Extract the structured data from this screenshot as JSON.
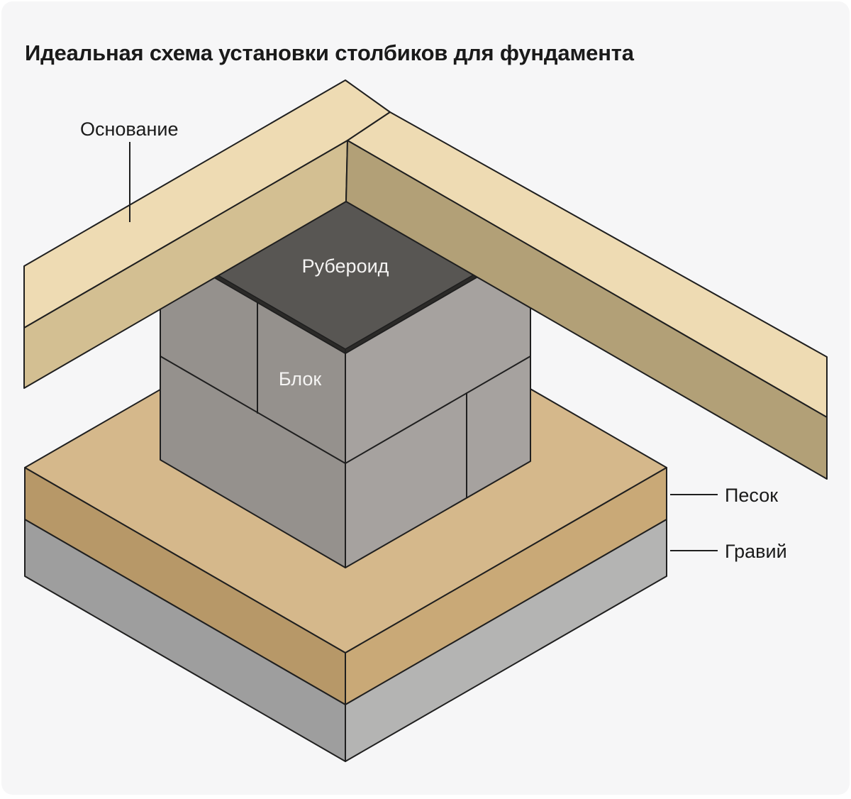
{
  "title": "Идеальная схема установки столбиков для фундамента",
  "labels": {
    "base": "Основание",
    "ruberoid": "Рубероид",
    "block": "Блок",
    "sand": "Песок",
    "gravel": "Гравий"
  },
  "colors": {
    "page_bg": "#ffffff",
    "card_bg": "#f6f6f7",
    "outline": "#1f1f1f",
    "text_dark": "#1a1a1a",
    "text_light": "#f5f4f3",
    "beam_top": "#eedbb3",
    "beam_side_left": "#d3bf92",
    "beam_side_right": "#b2a077",
    "ruberoid_top": "#585653",
    "ruberoid_edge": "#2b2a28",
    "block_left": "#95918d",
    "block_right": "#a6a29f",
    "sand_top": "#d5b88b",
    "sand_left": "#b79868",
    "sand_right": "#c9a977",
    "gravel_left": "#9e9e9e",
    "gravel_right": "#b4b4b3"
  }
}
